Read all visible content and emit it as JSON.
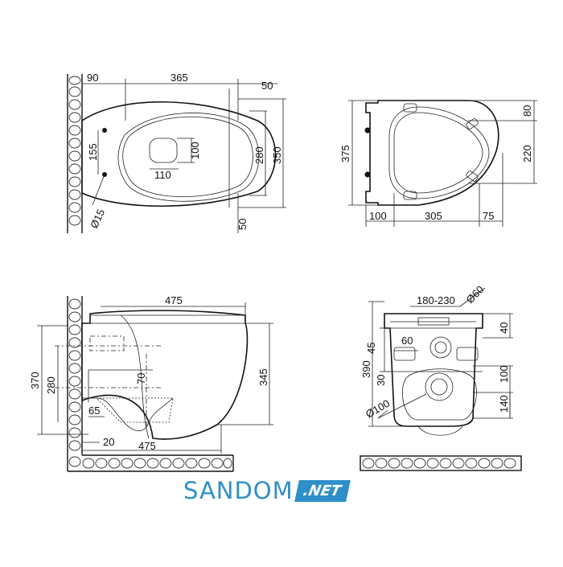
{
  "brand": {
    "name": "SANDOM",
    "suffix": ".NET",
    "color": "#2f8fc9"
  },
  "views": {
    "top": {
      "dims": [
        "90",
        "365",
        "50",
        "155",
        "Ø15",
        "100",
        "110",
        "280",
        "350",
        "50"
      ]
    },
    "seat": {
      "dims": [
        "80",
        "375",
        "220",
        "100",
        "305",
        "75"
      ]
    },
    "side": {
      "dims": [
        "475",
        "370",
        "280",
        "345",
        "70",
        "65",
        "20",
        "475"
      ]
    },
    "back": {
      "dims": [
        "180-230",
        "Ø60",
        "40",
        "45",
        "60",
        "390",
        "100",
        "30",
        "Ø100",
        "140"
      ]
    }
  }
}
